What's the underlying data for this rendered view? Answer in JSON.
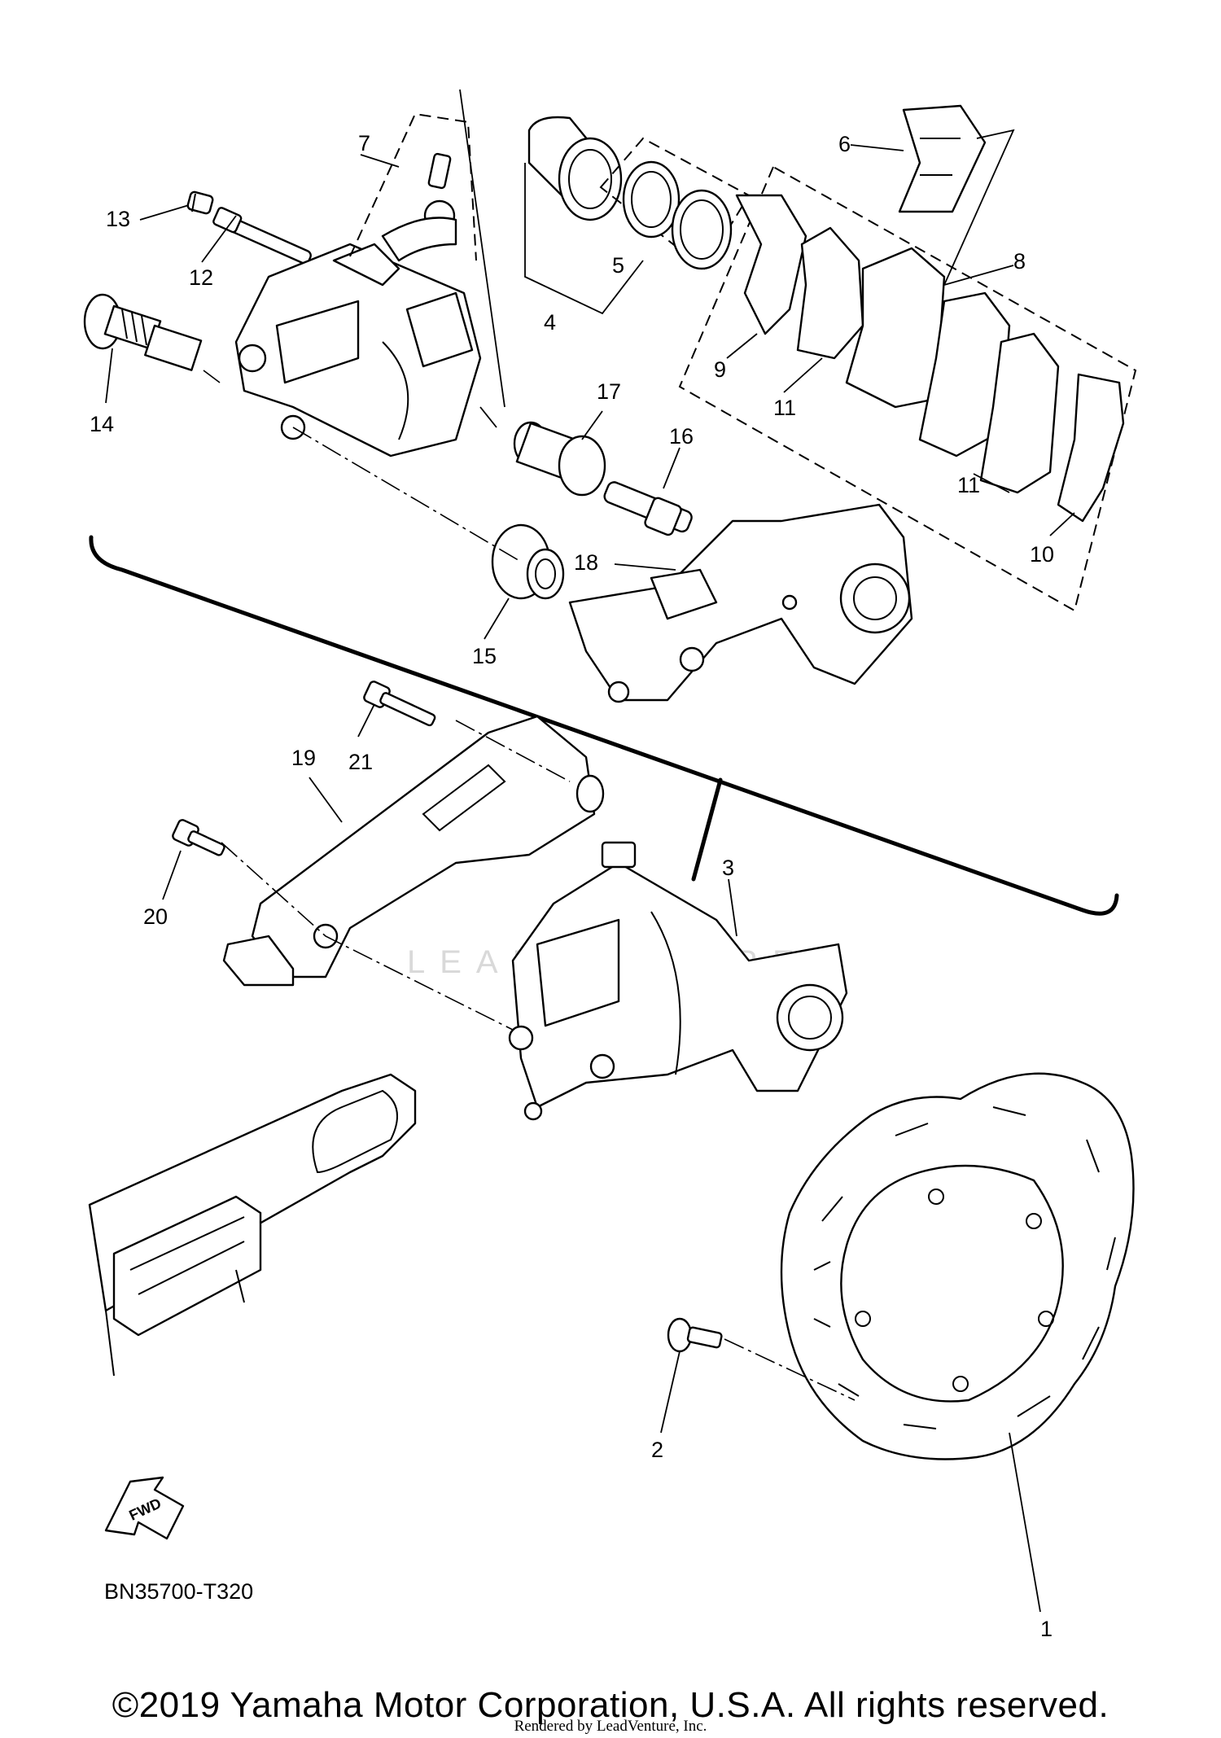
{
  "diagram": {
    "code": "BN35700-T320",
    "direction_badge": "FWD",
    "watermark": "LEADVENTURE",
    "callouts": [
      "1",
      "2",
      "3",
      "4",
      "5",
      "6",
      "7",
      "8",
      "9",
      "10",
      "11",
      "11",
      "12",
      "13",
      "14",
      "15",
      "16",
      "17",
      "18",
      "19",
      "20",
      "21"
    ]
  },
  "footer": {
    "copyright": "©2019 Yamaha Motor Corporation, U.S.A. All rights reserved.",
    "rendered_by": "Rendered by LeadVenture, Inc."
  }
}
